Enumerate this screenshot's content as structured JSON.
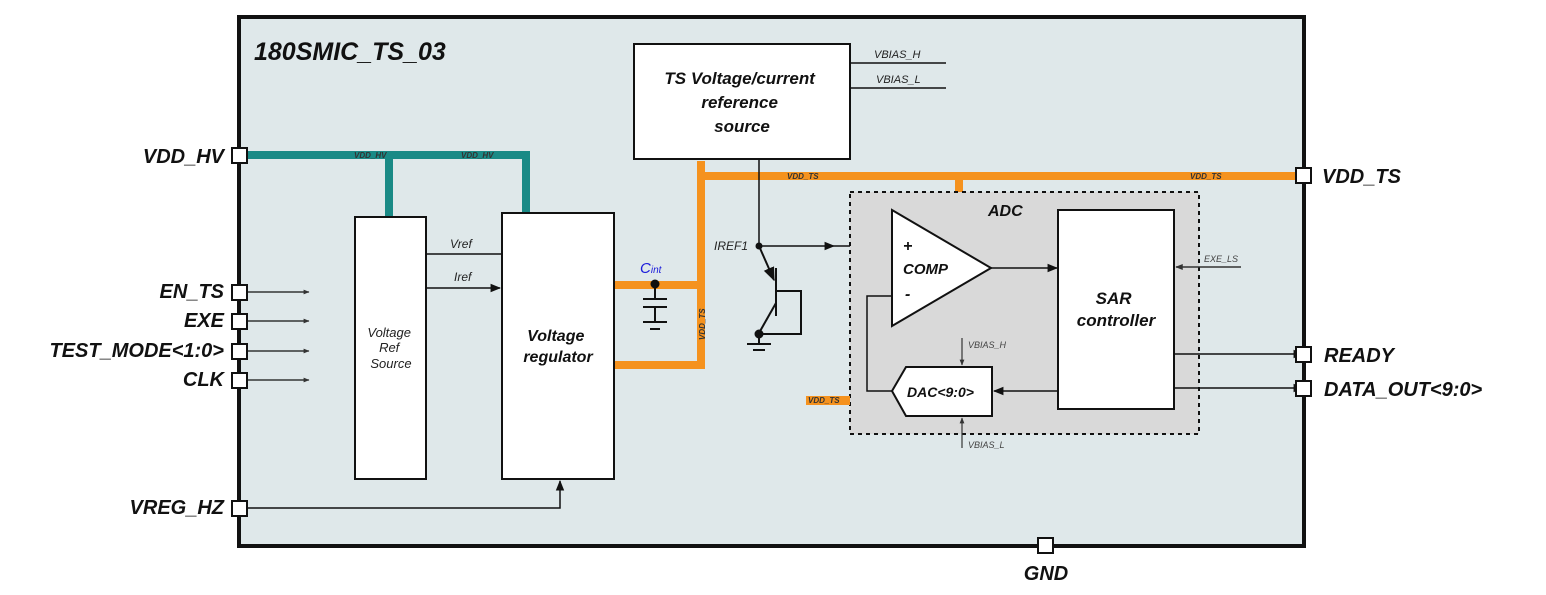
{
  "chip": {
    "title": "180SMIC_TS_03",
    "background": "#dfe8ea",
    "teal": "#1a8a86",
    "orange": "#f5921e",
    "adc_fill": "#d9d9d9"
  },
  "pins": {
    "left": [
      {
        "name": "VDD_HV"
      },
      {
        "name": "EN_TS"
      },
      {
        "name": "EXE"
      },
      {
        "name": "TEST_MODE<1:0>"
      },
      {
        "name": "CLK"
      },
      {
        "name": "VREG_HZ"
      }
    ],
    "right": [
      {
        "name": "VDD_TS"
      },
      {
        "name": "READY"
      },
      {
        "name": "DATA_OUT<9:0>"
      }
    ],
    "bottom": [
      {
        "name": "GND"
      }
    ]
  },
  "blocks": {
    "vref_source": {
      "lines": [
        "Voltage",
        "Ref",
        "Source"
      ]
    },
    "regulator": {
      "lines": [
        "Voltage",
        "regulator"
      ]
    },
    "ts_ref": {
      "lines": [
        "TS Voltage/current",
        "reference",
        "source"
      ]
    },
    "adc": {
      "label": "ADC"
    },
    "comp": {
      "label": "COMP",
      "plus": "+",
      "minus": "-"
    },
    "sar": {
      "lines": [
        "SAR",
        "controller"
      ]
    },
    "dac": {
      "label": "DAC<9:0>"
    }
  },
  "signals": {
    "vref": "Vref",
    "iref": "Iref",
    "vbias_h": "VBIAS_H",
    "vbias_l": "VBIAS_L",
    "iref1": "IREF1",
    "cint": "C",
    "cint_sub": "int",
    "exe_ls": "EXE_LS",
    "vdd_hv_bus": "VDD_HV",
    "vdd_ts_bus": "VDD_TS"
  }
}
